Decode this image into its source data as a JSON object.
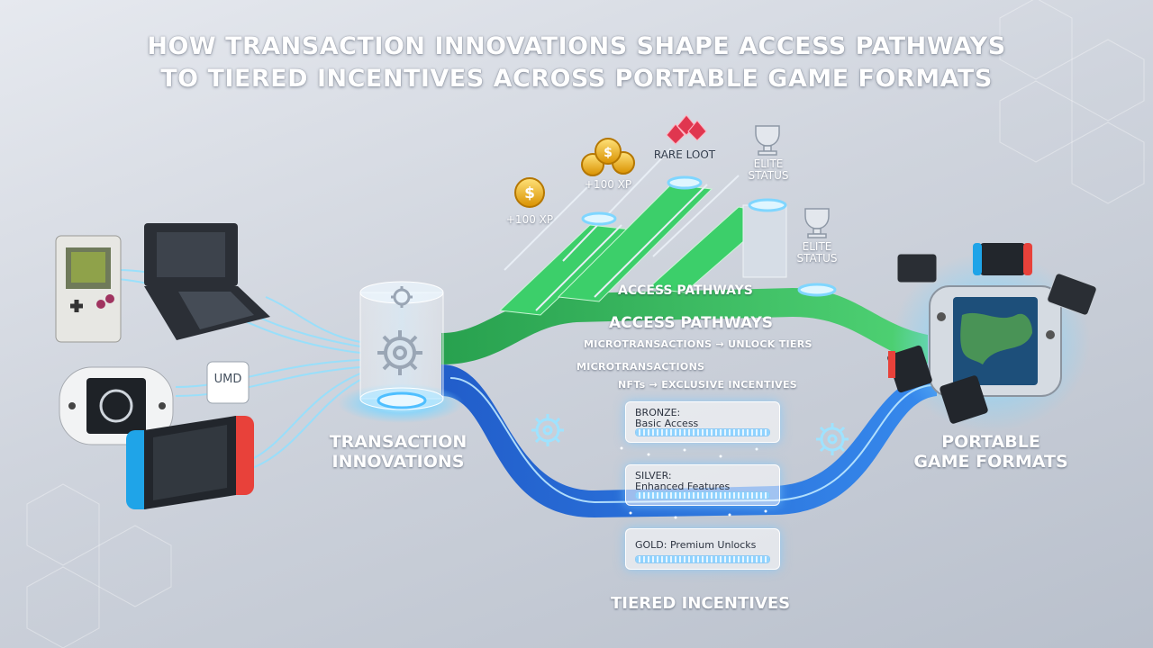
{
  "title": {
    "line1": "HOW TRANSACTION INNOVATIONS SHAPE ACCESS PATHWAYS",
    "line2": "TO TIERED INCENTIVES ACROSS PORTABLE GAME FORMATS"
  },
  "hub": {
    "label_line1": "TRANSACTION",
    "label_line2": "INNOVATIONS"
  },
  "devices_left": {
    "umd_label": "UMD"
  },
  "pathways": {
    "band_label": "ACCESS PATHWAYS",
    "heading": "ACCESS PATHWAYS",
    "line1": "MICROTRANSACTIONS → UNLOCK TIERS",
    "line2": "MICROTRANSACTIONS",
    "line3": "NFTs → EXCLUSIVE INCENTIVES"
  },
  "rewards": [
    {
      "id": "xp1",
      "text": "+100 XP",
      "icon": "coin-icon"
    },
    {
      "id": "xp2",
      "text": "+100 XP",
      "icon": "coin-stack-icon"
    },
    {
      "id": "loot",
      "text": "RARE LOOT",
      "icon": "gem-icon"
    },
    {
      "id": "elite1",
      "line1": "ELITE",
      "line2": "STATUS",
      "icon": "trophy-icon"
    },
    {
      "id": "elite2",
      "line1": "ELITE",
      "line2": "STATUS",
      "icon": "trophy-icon"
    }
  ],
  "tiers": {
    "label": "TIERED INCENTIVES",
    "items": [
      {
        "line1": "BRONZE:",
        "line2": "Basic Access",
        "fill": 1.0
      },
      {
        "line1": "SILVER:",
        "line2": "Enhanced Features",
        "fill": 1.0
      },
      {
        "line1": "GOLD: Premium Unlocks",
        "line2": "",
        "fill": 1.0
      }
    ]
  },
  "formats": {
    "label_line1": "PORTABLE",
    "label_line2": "GAME FORMATS"
  },
  "colors": {
    "green_path": "#2fbf5a",
    "blue_path": "#1f6fe0",
    "glow": "#7fd6ff",
    "coin": "#f2b61c",
    "gem": "#e0364f"
  }
}
